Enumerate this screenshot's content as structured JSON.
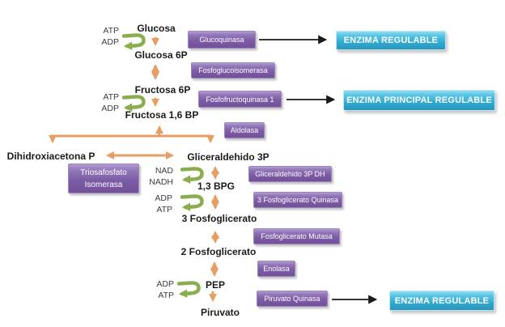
{
  "diagram": {
    "metabolites": [
      {
        "label": "Glucosa"
      },
      {
        "label": "Glucosa 6P"
      },
      {
        "label": "Fructosa 6P"
      },
      {
        "label": "Fructosa 1,6 BP"
      },
      {
        "label": "Dihidroxiacetona P"
      },
      {
        "label": "Gliceraldehido 3P"
      },
      {
        "label": "1,3 BPG"
      },
      {
        "label": "3 Fosfoglicerato"
      },
      {
        "label": "2 Fosfoglicerato"
      },
      {
        "label": "PEP"
      },
      {
        "label": "Piruvato"
      }
    ],
    "enzymes": [
      {
        "label": "Glucoquinasa"
      },
      {
        "label": "Fosfoglucoisomerasa"
      },
      {
        "label": "Fosfofructoquinasa 1"
      },
      {
        "label": "Aldolasa"
      },
      {
        "label": "Triosafosfato Isomerasa",
        "lines": [
          "Triosafosfato",
          "Isomerasa"
        ]
      },
      {
        "label": "Gliceraldehido 3P DH"
      },
      {
        "label": "3 Fosfoglicerato Quinasa"
      },
      {
        "label": "Fosfoglicerato Mutasa"
      },
      {
        "label": "Enolasa"
      },
      {
        "label": "Piruvato Quinasa"
      }
    ],
    "regulated_labels": [
      {
        "label": "ENZIMA REGULABLE"
      },
      {
        "label": "ENZIMA PRINCIPAL REGULABLE"
      },
      {
        "label": "ENZIMA REGULABLE"
      }
    ],
    "cofactor_pairs": [
      {
        "top": "ATP",
        "bottom": "ADP"
      },
      {
        "top": "ATP",
        "bottom": "ADP"
      },
      {
        "top": "NAD",
        "bottom": "NADH"
      },
      {
        "top": "ADP",
        "bottom": "ATP"
      },
      {
        "top": "ADP",
        "bottom": "ATP"
      }
    ],
    "colors": {
      "enzyme_box": "#7b59a4",
      "regulated_box": "#2fa8cf",
      "pathway_arrow": "#e79e64",
      "cofactor_arrow": "#8aad4e",
      "callout_arrow": "#1a1a1a"
    }
  }
}
